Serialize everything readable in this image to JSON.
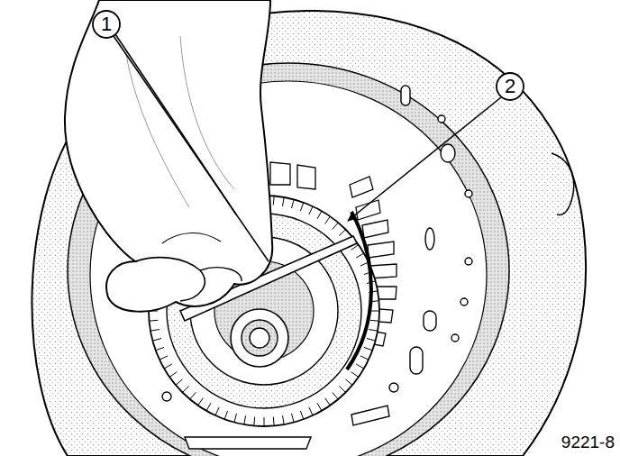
{
  "diagram": {
    "labels": [
      "1",
      "2",
      "9221-8"
    ]
  }
}
